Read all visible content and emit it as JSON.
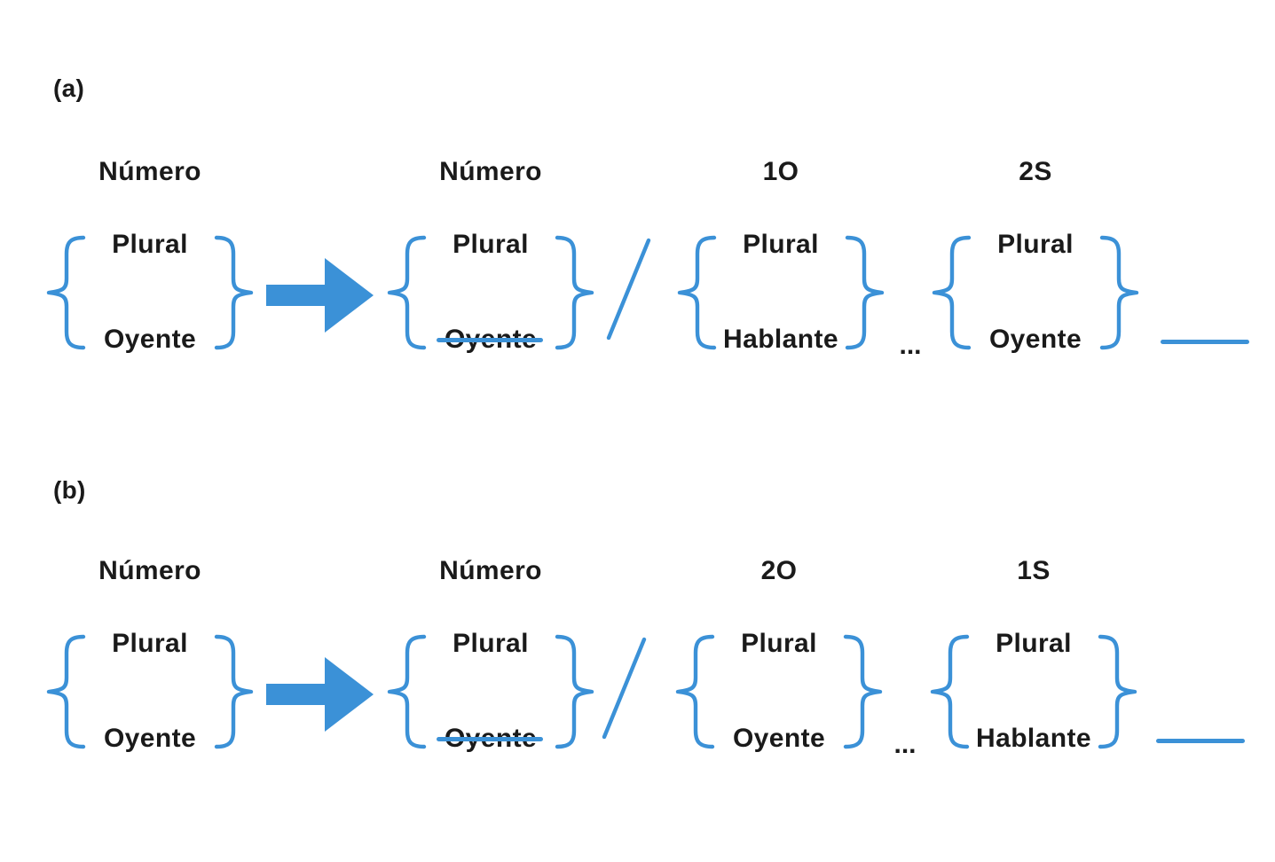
{
  "colors": {
    "accent_blue": "#3b91d7",
    "text_black": "#1a1a1a",
    "background": "#ffffff"
  },
  "icons": {
    "arrow-right-icon": "solid right-pointing block arrow",
    "left-brace-icon": "{",
    "right-brace-icon": "}",
    "slash-icon": "/",
    "strikethrough-line": "blue horizontal line through word",
    "blank-slot-line": "blue horizontal blank line"
  },
  "panels": [
    {
      "label": "(a)",
      "ellipsis": "...",
      "groups": [
        {
          "title": "Número",
          "top": "Plural",
          "bottom": "Oyente"
        },
        {
          "title": "Número",
          "top": "Plural",
          "bottom": "Oyente"
        },
        {
          "title": "1O",
          "top": "Plural",
          "bottom": "Hablante"
        },
        {
          "title": "2S",
          "top": "Plural",
          "bottom": "Oyente"
        }
      ]
    },
    {
      "label": "(b)",
      "ellipsis": "...",
      "groups": [
        {
          "title": "Número",
          "top": "Plural",
          "bottom": "Oyente"
        },
        {
          "title": "Número",
          "top": "Plural",
          "bottom": "Oyente"
        },
        {
          "title": "2O",
          "top": "Plural",
          "bottom": "Oyente"
        },
        {
          "title": "1S",
          "top": "Plural",
          "bottom": "Hablante"
        }
      ]
    }
  ]
}
